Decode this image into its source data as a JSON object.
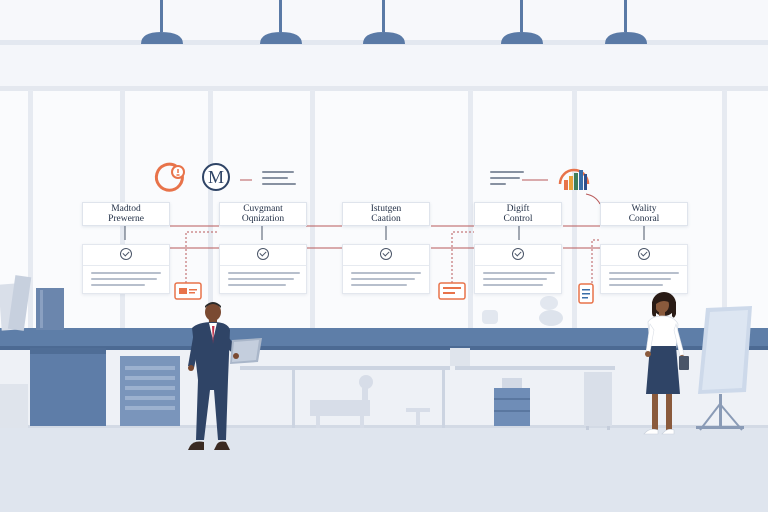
{
  "stages": [
    {
      "title": "Madtod\nPrewerne"
    },
    {
      "title": "Cuvgmant\nOqnization"
    },
    {
      "title": "Istutgen\nCaation"
    },
    {
      "title": "Digift\nControl"
    },
    {
      "title": "Wality\nConoral"
    }
  ],
  "badges": [
    {
      "letter": "M"
    }
  ],
  "colors": {
    "accent": "#e8734a",
    "steel_blue": "#5a7aa6",
    "navy": "#2f4466",
    "background": "#f4f6fa"
  },
  "icons": {
    "stage_status": "check-circle-icon",
    "integration": "lightbulb-cycle-icon",
    "analytics": "bar-chart-icon",
    "device": "laptop-icon",
    "document": "clipboard-icon"
  }
}
